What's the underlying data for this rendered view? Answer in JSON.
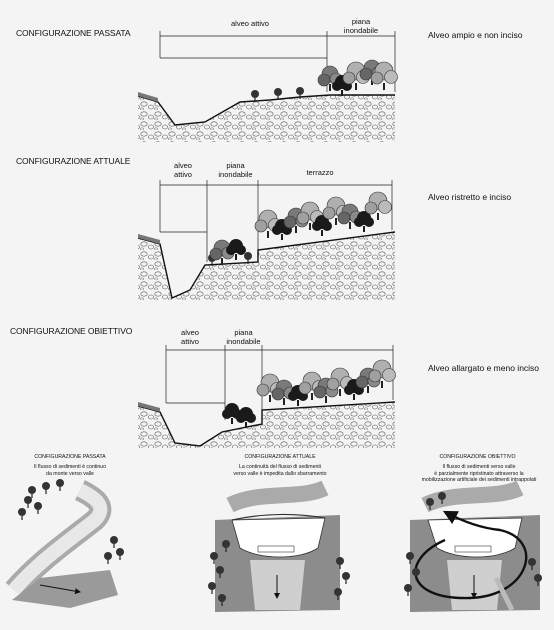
{
  "sections": [
    {
      "title": "CONFIGURAZIONE PASSATA",
      "description": "Alveo ampio e non inciso",
      "labels": [
        {
          "text": "alveo attivo"
        },
        {
          "text": "piana\ninondabile"
        }
      ]
    },
    {
      "title": "CONFIGURAZIONE ATTUALE",
      "description": "Alveo ristretto e inciso",
      "labels": [
        {
          "text": "alveo\nattivo"
        },
        {
          "text": "piana\ninondabile"
        },
        {
          "text": "terrazzo"
        }
      ]
    },
    {
      "title": "CONFIGURAZIONE OBIETTIVO",
      "description": "Alveo allargato e meno inciso",
      "labels": [
        {
          "text": "alveo\nattivo"
        },
        {
          "text": "piana\ninondabile"
        }
      ]
    }
  ],
  "bottom": [
    {
      "title": "CONFIGURAZIONE PASSATA",
      "text": "Il flusso di sedimenti è continuo\nda monte verso valle"
    },
    {
      "title": "CONFIGURAZIONE ATTUALE",
      "text": "La continuità del flusso di sedimenti\nverso valle è impedita dallo sbarramento"
    },
    {
      "title": "CONFIGURAZIONE OBIETTIVO",
      "text": "Il flusso di sedimenti verso valle\nè parzialmente ripristinato attraverso la\nmobilizzazione artificiale dei sedimenti intrappolati"
    }
  ],
  "colors": {
    "background": "#f4f4f4",
    "ink": "#111111",
    "tree_dark": "#1a1a1a",
    "tree_mid": "#6a6a6a",
    "tree_light": "#a8a8a8"
  }
}
